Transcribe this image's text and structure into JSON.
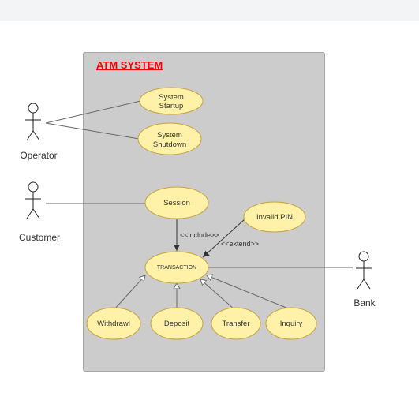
{
  "system": {
    "title": "ATM SYSTEM"
  },
  "actors": {
    "operator": "Operator",
    "customer": "Customer",
    "bank": "Bank"
  },
  "usecases": {
    "startup": [
      "System",
      "Startup"
    ],
    "shutdown": [
      "System",
      "Shutdown"
    ],
    "session": "Session",
    "invalid_pin": "Invalid PIN",
    "transaction": "TRANSACTION",
    "withdrawl": "Withdrawl",
    "deposit": "Deposit",
    "transfer": "Transfer",
    "inquiry": "Inquiry"
  },
  "relations": {
    "include": "<<include>>",
    "extend": "<<extend>>"
  },
  "colors": {
    "usecase_fill": "#fff2a8",
    "usecase_stroke": "#c9a13a",
    "system_fill": "#cccccc",
    "title_red": "#ff0000"
  }
}
